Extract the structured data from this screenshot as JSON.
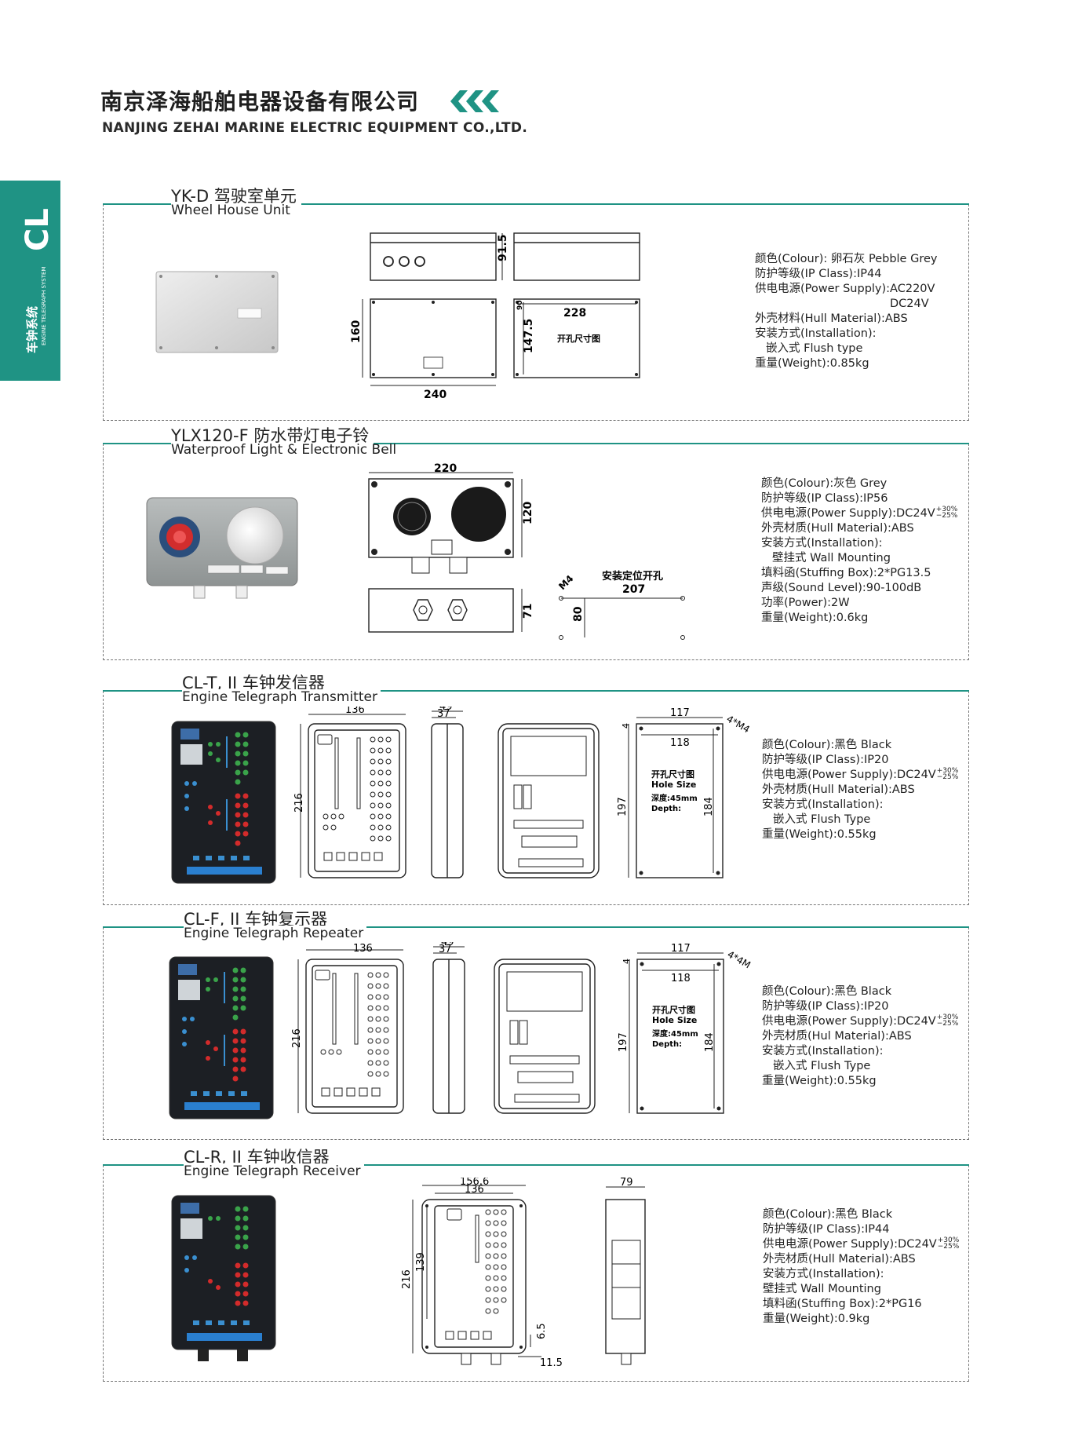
{
  "header": {
    "company_cn": "南京泽海船舶电器设备有限公司",
    "company_en": "NANJING ZEHAI MARINE ELECTRIC EQUIPMENT CO.,LTD."
  },
  "side_tab": {
    "code": "CL",
    "label_cn": "车钟系统",
    "label_en": "ENGINE TELEGRAPH SYSTEM"
  },
  "colors": {
    "accent": "#1f9384"
  },
  "sections": [
    {
      "title_cn": "YK-D 驾驶室单元",
      "title_en": "Wheel House Unit",
      "dims": {
        "d1": "91.5",
        "d2": "160",
        "d3": "240",
        "d4": "228",
        "d5": "147.5",
        "d6": "90",
        "cut": "开孔尺寸图"
      },
      "specs": [
        "颜色(Colour): 卵石灰 Pebble Grey",
        "防护等级(IP Class):IP44",
        "供电电源(Power Supply):AC220V",
        "DC24V",
        "外壳材料(Hull Material):ABS",
        "安装方式(Installation):",
        "嵌入式 Flush type",
        "重量(Weight):0.85kg"
      ]
    },
    {
      "title_cn": "YLX120-F 防水带灯电子铃",
      "title_en": "Waterproof Light & Electronic Bell",
      "dims": {
        "d1": "220",
        "d2": "120",
        "d3": "71",
        "d4": "M4",
        "d5": "207",
        "d6": "80",
        "mount": "安装定位开孔"
      },
      "specs": [
        "颜色(Colour):灰色 Grey",
        "防护等级(IP Class):IP56",
        "供电电源(Power Supply):DC24V",
        "外壳材质(Hull Material):ABS",
        "安装方式(Installation):",
        "壁挂式 Wall Mounting",
        "填料函(Stuffing Box):2*PG13.5",
        "声级(Sound Level):90-100dB",
        "功率(Power):2W",
        "重量(Weight):0.6kg"
      ],
      "tol_plus": "+30%",
      "tol_minus": "−25%"
    },
    {
      "title_cn": "CL-T, II  车钟发信器",
      "title_en": "Engine Telegraph Transmitter",
      "dims": {
        "d1": "136",
        "d2": "216",
        "d3": "49",
        "d4": "37",
        "d5": "117",
        "d6": "118",
        "d7": "197",
        "d8": "184",
        "d9": "4",
        "d10": "4*M4",
        "hole_cn": "开孔尺寸图",
        "hole_en": "Hole Size",
        "depth_cn": "深度:45mm",
        "depth_en": "Depth:"
      },
      "specs": [
        "颜色(Colour):黑色 Black",
        "防护等级(IP Class):IP20",
        "供电电源(Power Supply):DC24V",
        "外壳材质(Hull Material):ABS",
        "安装方式(Installation):",
        "嵌入式 Flush Type",
        "重量(Weight):0.55kg"
      ],
      "tol_plus": "+30%",
      "tol_minus": "−25%"
    },
    {
      "title_cn": "CL-F, II  车钟复示器",
      "title_en": "Engine Telegraph Repeater",
      "dims": {
        "d1": "136",
        "d2": "216",
        "d3": "49",
        "d4": "37",
        "d5": "117",
        "d6": "118",
        "d7": "197",
        "d8": "184",
        "d9": "4",
        "d10": "4*4M",
        "hole_cn": "开孔尺寸图",
        "hole_en": "Hole Size",
        "depth_cn": "深度:45mm",
        "depth_en": "Depth:"
      },
      "specs": [
        "颜色(Colour):黑色 Black",
        "防护等级(IP Class):IP20",
        "供电电源(Power Supply):DC24V",
        "外壳材质(Hul Material):ABS",
        "安装方式(Installation):",
        "嵌入式 Flush Type",
        "重量(Weight):0.55kg"
      ],
      "tol_plus": "+30%",
      "tol_minus": "−25%"
    },
    {
      "title_cn": "CL-R, II  车钟收信器",
      "title_en": "Engine Telegraph Receiver",
      "dims": {
        "d1": "156.6",
        "d2": "136",
        "d3": "216",
        "d4": "139",
        "d5": "6.5",
        "d6": "11.5",
        "d7": "79"
      },
      "specs": [
        "颜色(Colour):黑色 Black",
        "防护等级(IP Class):IP44",
        "供电电源(Power Supply):DC24V",
        "外壳材质(Hull Material):ABS",
        "安装方式(Installation):",
        "壁挂式 Wall Mounting",
        "填料函(Stuffing Box):2*PG16",
        "重量(Weight):0.9kg"
      ],
      "tol_plus": "+30%",
      "tol_minus": "−25%"
    }
  ]
}
